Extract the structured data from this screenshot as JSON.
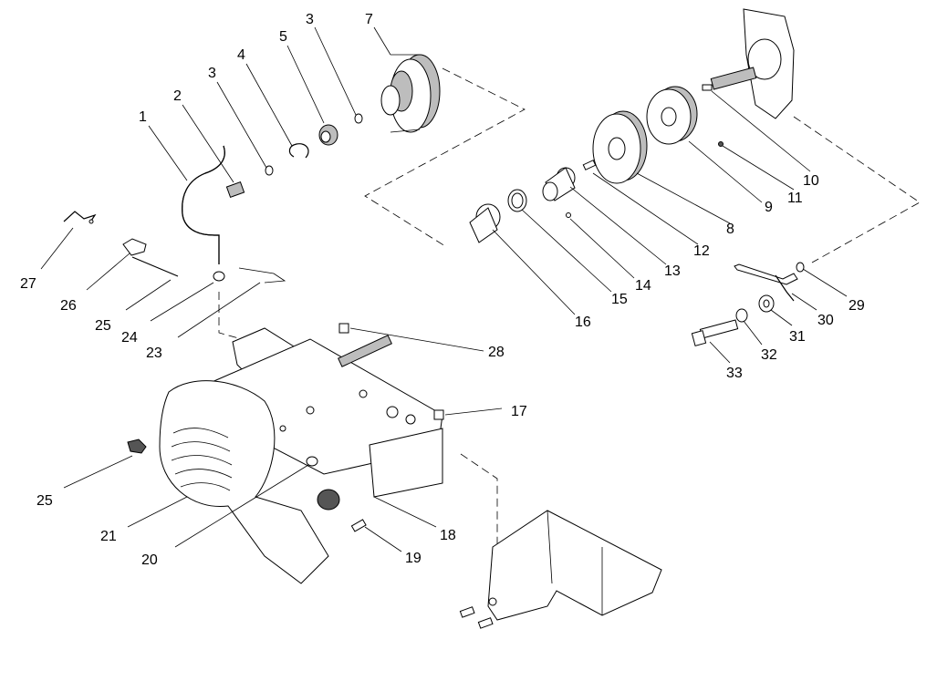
{
  "diagram": {
    "callouts": [
      {
        "id": "c1",
        "label": "1"
      },
      {
        "id": "c2",
        "label": "2"
      },
      {
        "id": "c3a",
        "label": "3"
      },
      {
        "id": "c4",
        "label": "4"
      },
      {
        "id": "c5",
        "label": "5"
      },
      {
        "id": "c3b",
        "label": "3"
      },
      {
        "id": "c7",
        "label": "7"
      },
      {
        "id": "c10",
        "label": "10"
      },
      {
        "id": "c11",
        "label": "11"
      },
      {
        "id": "c9",
        "label": "9"
      },
      {
        "id": "c8",
        "label": "8"
      },
      {
        "id": "c12",
        "label": "12"
      },
      {
        "id": "c13",
        "label": "13"
      },
      {
        "id": "c14",
        "label": "14"
      },
      {
        "id": "c15",
        "label": "15"
      },
      {
        "id": "c16",
        "label": "16"
      },
      {
        "id": "c27",
        "label": "27"
      },
      {
        "id": "c26",
        "label": "26"
      },
      {
        "id": "c25a",
        "label": "25"
      },
      {
        "id": "c24",
        "label": "24"
      },
      {
        "id": "c23",
        "label": "23"
      },
      {
        "id": "c28",
        "label": "28"
      },
      {
        "id": "c17",
        "label": "17"
      },
      {
        "id": "c18",
        "label": "18"
      },
      {
        "id": "c19",
        "label": "19"
      },
      {
        "id": "c20",
        "label": "20"
      },
      {
        "id": "c21",
        "label": "21"
      },
      {
        "id": "c25b",
        "label": "25"
      },
      {
        "id": "c29",
        "label": "29"
      },
      {
        "id": "c30",
        "label": "30"
      },
      {
        "id": "c31",
        "label": "31"
      },
      {
        "id": "c32",
        "label": "32"
      },
      {
        "id": "c33",
        "label": "33"
      }
    ]
  }
}
